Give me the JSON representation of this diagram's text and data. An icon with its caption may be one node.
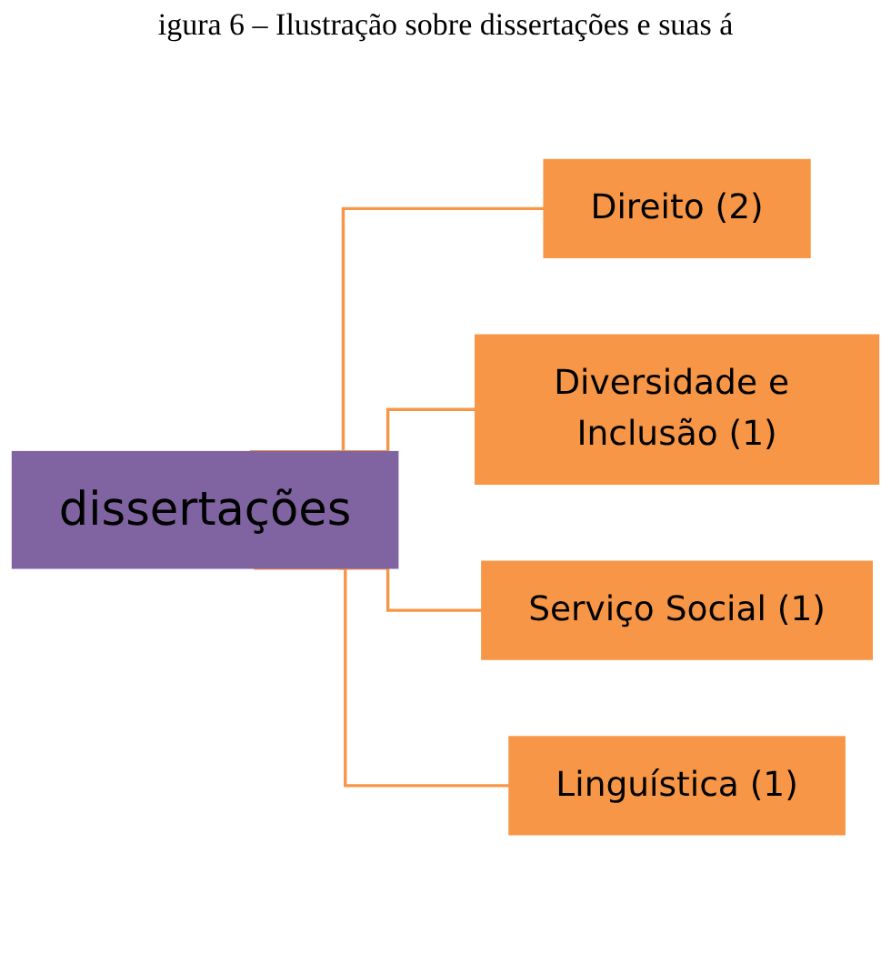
{
  "diagram": {
    "title": "igura 6 – Ilustração sobre dissertações e suas á",
    "nodes": [
      {
        "text": [
          "dissertações"
        ]
      },
      {
        "text": [
          "Direito (2)"
        ]
      },
      {
        "text": [
          "Diversidade e Inclusão (1)"
        ]
      },
      {
        "text": [
          "Serviço Social (1)"
        ]
      },
      {
        "text": [
          "Linguística (1)"
        ]
      }
    ],
    "edges": [
      {
        "from": 0,
        "to": 1,
        "arrow": "none"
      },
      {
        "from": 0,
        "to": 2,
        "arrow": "none"
      },
      {
        "from": 0,
        "to": 3,
        "arrow": "none"
      },
      {
        "from": 0,
        "to": 4,
        "arrow": "none"
      }
    ]
  }
}
